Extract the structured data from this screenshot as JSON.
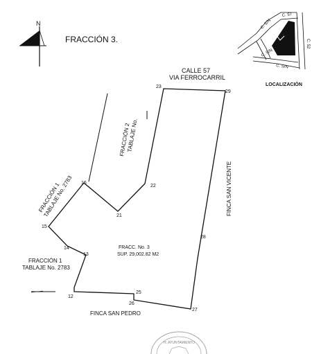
{
  "title": "FRACCIÓN 3.",
  "north": "N",
  "street": {
    "name": "CALLE 57",
    "sub": "VIA FERROCARRIL"
  },
  "neighbors": {
    "fraccion2": {
      "line1": "FRACCIÓN 2",
      "line2": "TABLAJE No."
    },
    "fraccion1_upper": {
      "line1": "FRACCIÓN 1",
      "line2": "TABLAJE No. 2783"
    },
    "fraccion1_lower": {
      "line1": "FRACCIÓN 1",
      "line2": "TABLAJE No. 2783"
    },
    "east": "FINCA SAN VICENTE",
    "south": "FINCA SAN PEDRO"
  },
  "parcel": {
    "label": "FRACC. No. 3",
    "area": "SUP. 29,002.82 M2"
  },
  "vertices": [
    "23",
    "29",
    "28",
    "27",
    "26",
    "25",
    "12",
    "13",
    "14",
    "15",
    "16",
    "21",
    "22"
  ],
  "location": {
    "title": "LOCALIZACIÓN",
    "streets": [
      "C. 57",
      "C. S/N",
      "C. S/N",
      "C. 52",
      "C. S/N"
    ]
  },
  "seal_text": "H. AYUNTAMIENTO"
}
